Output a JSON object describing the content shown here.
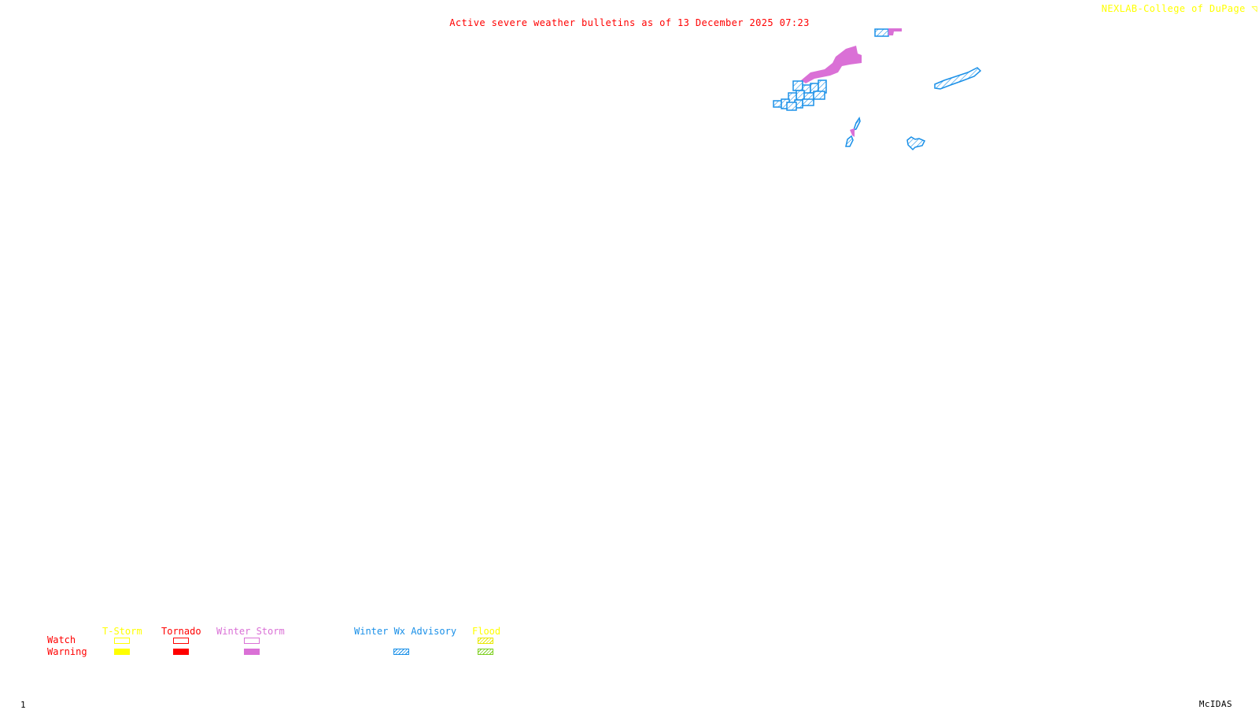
{
  "header": {
    "title": "Active severe weather bulletins as of 13 December 2025 07:23",
    "credit": "NEXLAB-College of DuPage ◹"
  },
  "footer": {
    "frame_number": "1",
    "software": "McIDAS"
  },
  "colors": {
    "tstorm": "#ffff00",
    "tornado": "#ff0000",
    "winter_storm": "#da70d6",
    "winter_wx_advisory": "#1a90e8",
    "flood_watch": "#e8e800",
    "flood_warning": "#7ccf1e",
    "title": "#ff0000",
    "credit": "#ffff00"
  },
  "legend": {
    "row_labels": {
      "watch": "Watch",
      "warning": "Warning"
    },
    "columns": [
      {
        "label": "T-Storm",
        "watch_style": "outline",
        "warning_style": "solid"
      },
      {
        "label": "Tornado",
        "watch_style": "outline",
        "warning_style": "solid"
      },
      {
        "label": "Winter Storm",
        "watch_style": "outline",
        "warning_style": "solid"
      },
      {
        "label": "Winter Wx Advisory",
        "watch_style": "none",
        "warning_style": "hatched"
      },
      {
        "label": "Flood",
        "watch_style": "hatched",
        "warning_style": "hatched"
      }
    ]
  },
  "map": {
    "active_bulletin_areas": [
      {
        "type": "Winter Storm Warning",
        "region": "northeast cluster"
      },
      {
        "type": "Winter Wx Advisory",
        "region": "northeast cluster"
      },
      {
        "type": "Winter Wx Advisory",
        "region": "east elongated area"
      },
      {
        "type": "Winter Storm Warning",
        "region": "central small area"
      },
      {
        "type": "Winter Wx Advisory",
        "region": "central small area"
      },
      {
        "type": "Winter Wx Advisory",
        "region": "southeast small area"
      }
    ]
  }
}
